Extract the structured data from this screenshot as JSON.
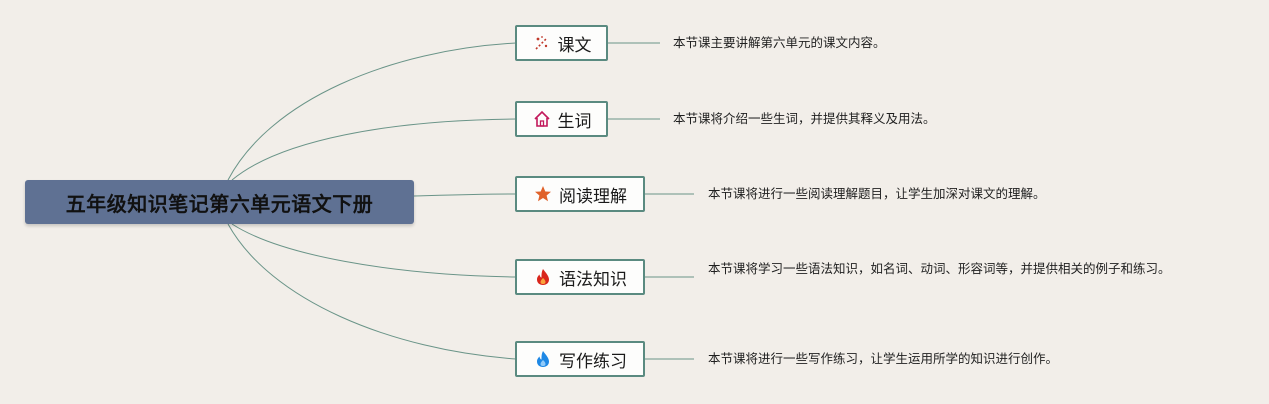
{
  "root": {
    "title": "五年级知识笔记第六单元语文下册"
  },
  "branches": [
    {
      "label": "课文",
      "icon": "sparkle-wand-icon",
      "description": "本节课主要讲解第六单元的课文内容。"
    },
    {
      "label": "生词",
      "icon": "home-icon",
      "description": "本节课将介绍一些生词，并提供其释义及用法。"
    },
    {
      "label": "阅读理解",
      "icon": "star-icon",
      "description": "本节课将进行一些阅读理解题目，让学生加深对课文的理解。"
    },
    {
      "label": "语法知识",
      "icon": "red-flame-icon",
      "description": "本节课将学习一些语法知识，如名词、动词、形容词等，并提供相关的例子和练习。"
    },
    {
      "label": "写作练习",
      "icon": "blue-flame-icon",
      "description": "本节课将进行一些写作练习，让学生运用所学的知识进行创作。"
    }
  ],
  "colors": {
    "connector": "#5a8a80",
    "root_fill": "#5f7193",
    "background": "#f2eee9"
  }
}
